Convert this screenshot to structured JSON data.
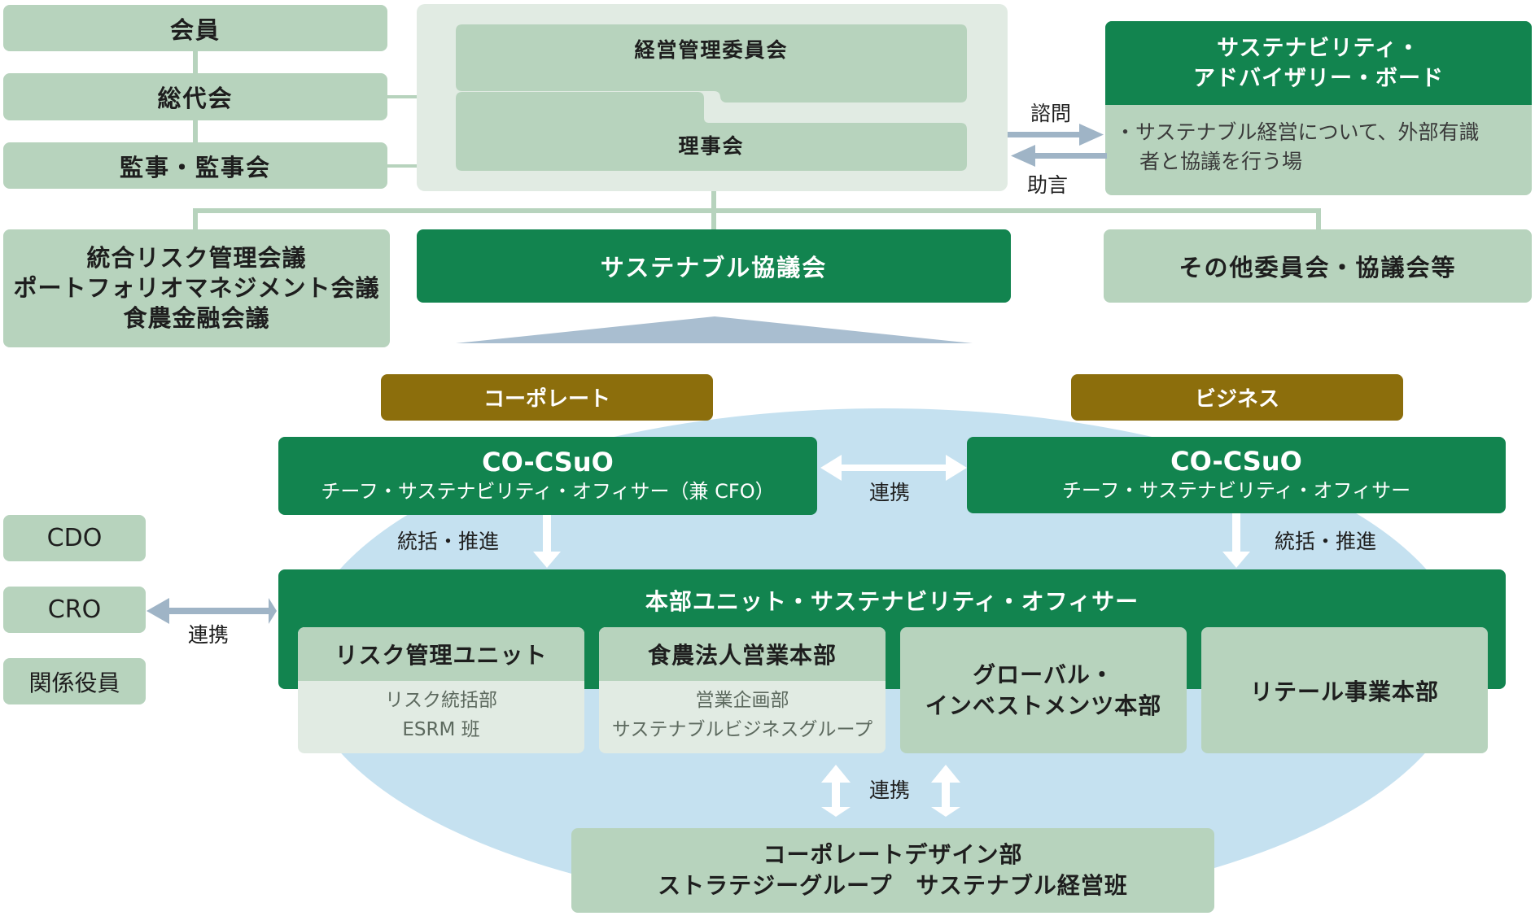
{
  "governance": {
    "members": "会員",
    "general_assembly": "総代会",
    "auditors": "監事・監事会",
    "management_committee": "経営管理委員会",
    "board": "理事会",
    "advisory_board": {
      "title_line1": "サステナビリティ・",
      "title_line2": "アドバイザリー・ボード",
      "desc_line1": "・サステナブル経営について、外部有識",
      "desc_line2": "者と協議を行う場"
    },
    "consult_label": "諮問",
    "advice_label": "助言"
  },
  "councils": {
    "risk_councils": [
      "統合リスク管理会議",
      "ポートフォリオマネジメント会議",
      "食農金融会議"
    ],
    "sustainable_council": "サステナブル協議会",
    "other_committees": "その他委員会・協議会等"
  },
  "organization": {
    "corporate_tag": "コーポレート",
    "business_tag": "ビジネス",
    "co_csuo_left": {
      "title": "CO-CSuO",
      "subtitle": "チーフ・サステナビリティ・オフィサー（兼 CFO）"
    },
    "co_csuo_right": {
      "title": "CO-CSuO",
      "subtitle": "チーフ・サステナビリティ・オフィサー"
    },
    "collab_label": "連携",
    "oversee_label": "統括・推進",
    "hq_title": "本部ユニット・サステナビリティ・オフィサー",
    "units": [
      {
        "name": "リスク管理ユニット",
        "sub_line1": "リスク統括部",
        "sub_line2": "ESRM 班"
      },
      {
        "name": "食農法人営業本部",
        "sub_line1": "営業企画部",
        "sub_line2": "サステナブルビジネスグループ"
      },
      {
        "name_line1": "グローバル・",
        "name_line2": "インベストメンツ本部"
      },
      {
        "name": "リテール事業本部"
      }
    ],
    "officers": [
      "CDO",
      "CRO",
      "関係役員"
    ],
    "design_dept": {
      "line1": "コーポレートデザイン部",
      "line2": "ストラテジーグループ　サステナブル経営班"
    }
  },
  "colors": {
    "dark_green": "#12844f",
    "light_green": "#b7d3bd",
    "pale_green": "#e1ebe3",
    "gold": "#8c6e0c",
    "ellipse_blue": "#c5e1f0",
    "arrow_gray": "#9fb4c6"
  }
}
